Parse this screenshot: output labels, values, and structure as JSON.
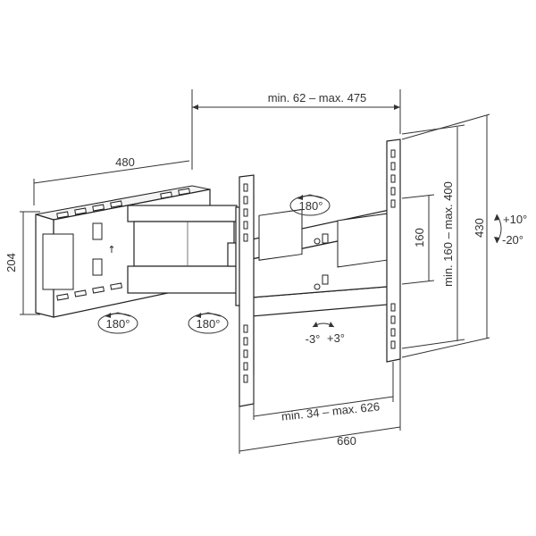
{
  "dimensions": {
    "wall_plate_width": "480",
    "wall_plate_height": "204",
    "extension": "min. 62 – max. 475",
    "vesa_vertical": "min. 160 – max. 400",
    "tv_plate_height": "430",
    "tv_plate_width": "660",
    "vesa_horizontal": "min. 34 – max. 626",
    "center_height": "160"
  },
  "rotations": {
    "swivel_top": "180°",
    "swivel_left": "180°",
    "swivel_mid": "180°",
    "tilt_up": "+10°",
    "tilt_down": "-20°",
    "level_minus": "-3°",
    "level_plus": "+3°"
  }
}
